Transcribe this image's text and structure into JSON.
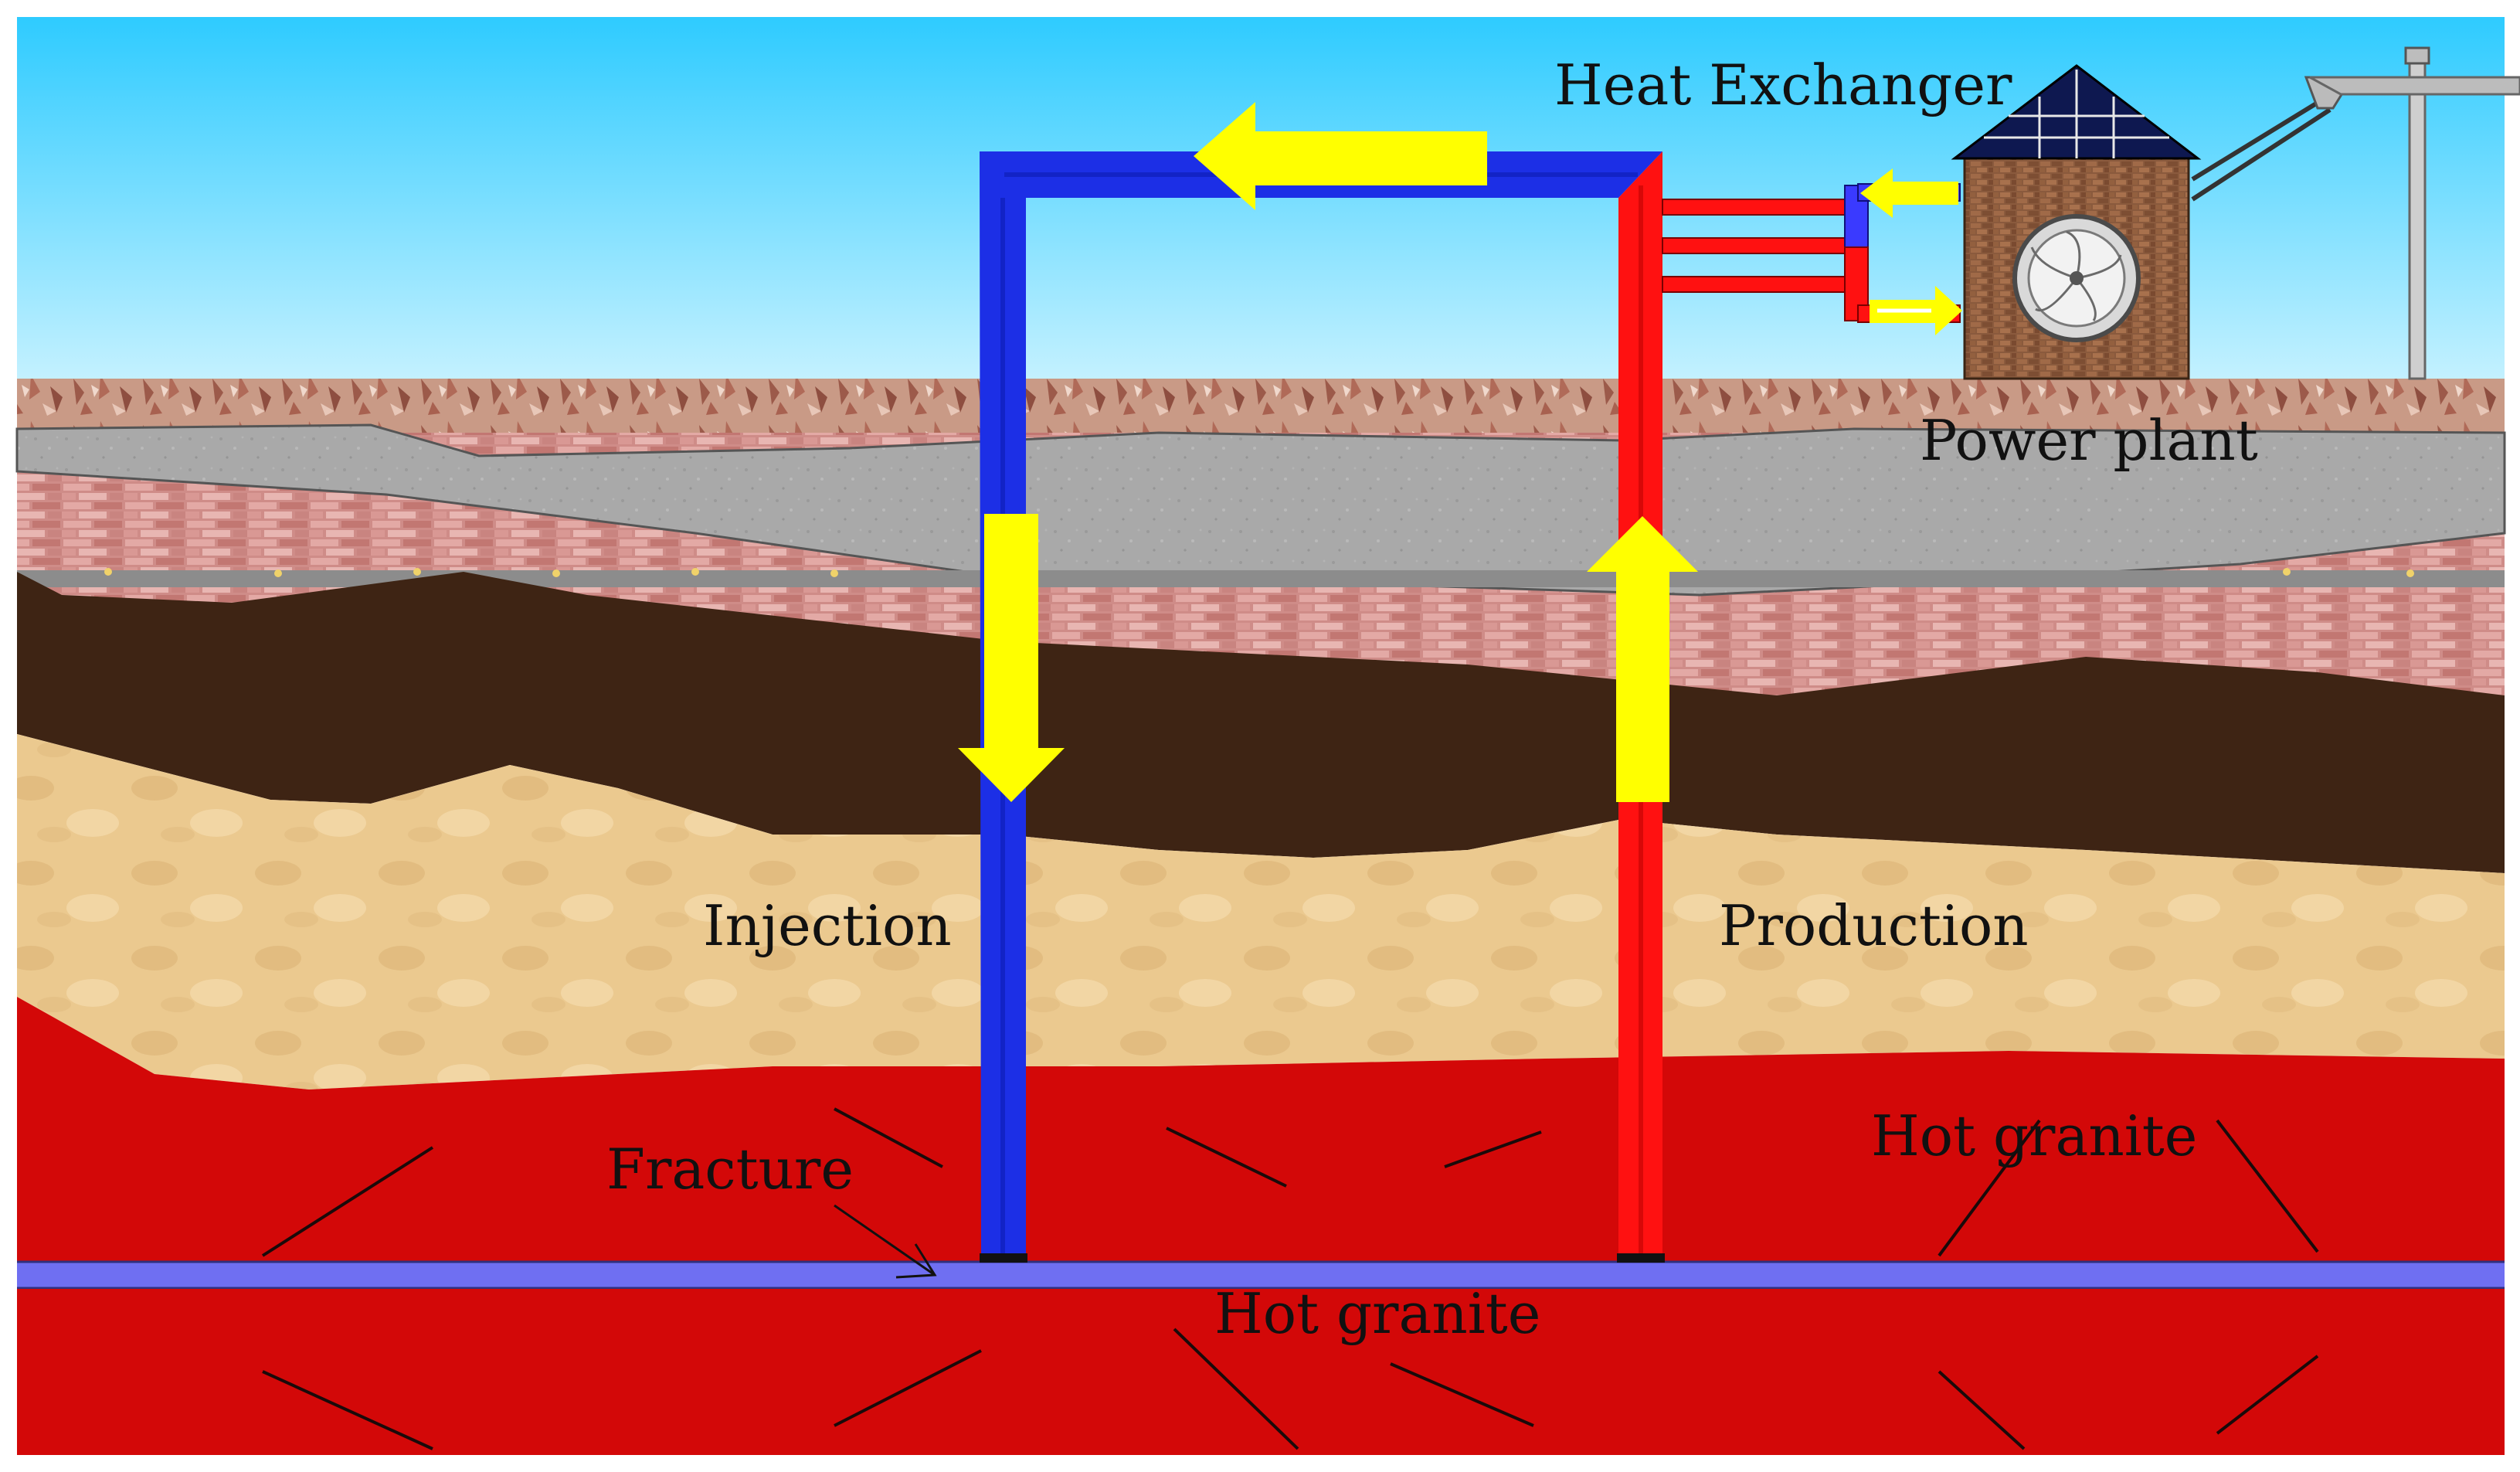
{
  "labels": {
    "heat_exchanger": "Heat Exchanger",
    "power_plant": "Power plant",
    "injection": "Injection",
    "production": "Production",
    "fracture": "Fracture",
    "hot_granite_upper": "Hot granite",
    "hot_granite_lower": "Hot granite"
  },
  "colors": {
    "sky_top": "#2ecbff",
    "sky_bottom": "#c4f1ff",
    "topsoil": "#c9a08c",
    "gray_rock": "#a8a8a8",
    "brick_rock": "#d49591",
    "dark_soil": "#3e2414",
    "sand": "#ecc98e",
    "granite": "#d30808",
    "fracture": "#6f6ff2",
    "injection_pipe": "#1c2fe6",
    "production_pipe": "#ff1111",
    "flow_arrow": "#ffff00",
    "plant_brick": "#8c5a3c"
  },
  "icons": {
    "flow_arrows": "arrow-icon",
    "turbine": "turbine-fan-icon",
    "transmission_tower": "power-pole-icon"
  }
}
